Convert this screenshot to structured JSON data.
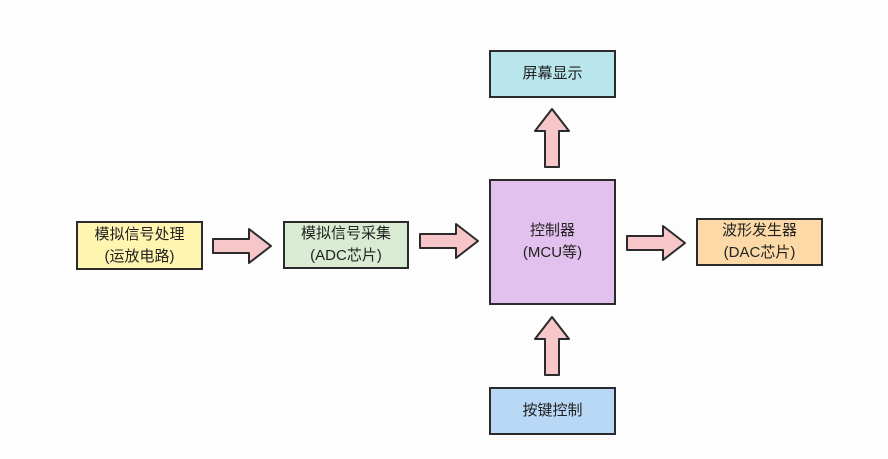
{
  "diagram": {
    "nodes": {
      "analog_processing": {
        "line1": "模拟信号处理",
        "line2": "(运放电路)",
        "fill": "#fff4b0"
      },
      "analog_sampling": {
        "line1": "模拟信号采集",
        "line2": "(ADC芯片)",
        "fill": "#d9ecd3"
      },
      "controller": {
        "line1": "控制器",
        "line2": "(MCU等)",
        "fill": "#e3c1ee"
      },
      "waveform_generator": {
        "line1": "波形发生器",
        "line2": "(DAC芯片)",
        "fill": "#fcd9a6"
      },
      "screen_display": {
        "line1": "屏幕显示",
        "fill": "#b8e6ec"
      },
      "key_control": {
        "line1": "按键控制",
        "fill": "#b9d8f5"
      }
    },
    "arrow_fill": "#f7c6c9",
    "arrow_stroke": "#2b2b2b"
  }
}
